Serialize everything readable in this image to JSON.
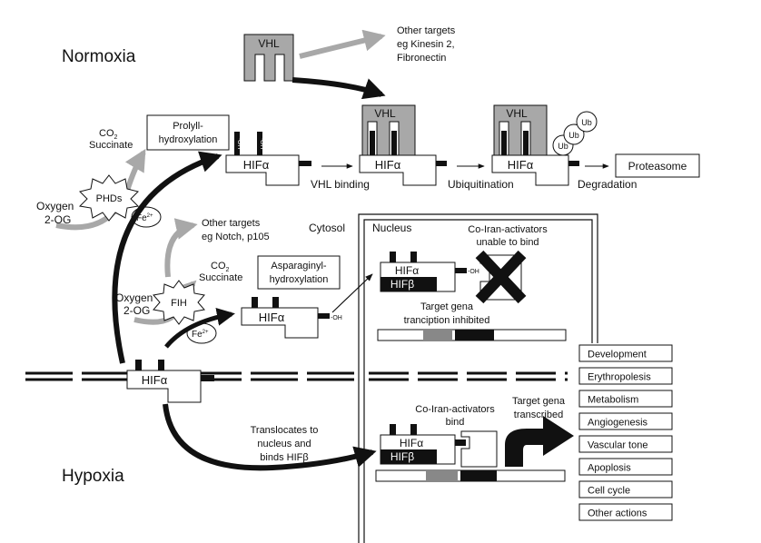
{
  "labels": {
    "normoxia": "Normoxia",
    "hypoxia": "Hypoxia",
    "cytosol": "Cytosol",
    "nucleus": "Nucleus",
    "vhl": "VHL",
    "hif_alpha": "HIFα",
    "hif_beta": "HIFβ",
    "oh": "-OH",
    "ub": "Ub",
    "fe": "Fe",
    "fe_sup": "2+",
    "phds": "PHDs",
    "fih": "FIH",
    "co2_prefix": "CO",
    "co2_sub": "2",
    "succinate": "Succinate",
    "oxygen": "Oxygen",
    "two_og": "2-OG",
    "other_targets_vhl_1": "Other targets",
    "other_targets_vhl_2": "eg Kinesin 2,",
    "other_targets_vhl_3": "Fibronectin",
    "other_targets_fih_1": "Other targets",
    "other_targets_fih_2": "eg Notch, p105",
    "prolyl_1": "Prolyll-",
    "prolyl_2": "hydroxylation",
    "asparaginyl_1": "Asparaginyl-",
    "asparaginyl_2": "hydroxylation",
    "vhl_binding": "VHL binding",
    "ubiquitination": "Ubiquitination",
    "degradation": "Degradation",
    "proteasome": "Proteasome",
    "coact_unable_1": "Co-Iran-activators",
    "coact_unable_2": "unable to bind",
    "target_inhibited_1": "Target gena",
    "target_inhibited_2": "tranciption inhibited",
    "coact_bind_1": "Co-Iran-activators",
    "coact_bind_2": "bind",
    "target_transcribed_1": "Target gena",
    "target_transcribed_2": "transcribed",
    "translocates_1": "Translocates to",
    "translocates_2": "nucleus and",
    "translocates_3": "binds HIFβ"
  },
  "outcomes": [
    "Development",
    "Erythropolesis",
    "Metabolism",
    "Angiogenesis",
    "Vascular tone",
    "Apoplosis",
    "Cell cycle",
    "Other actions"
  ]
}
